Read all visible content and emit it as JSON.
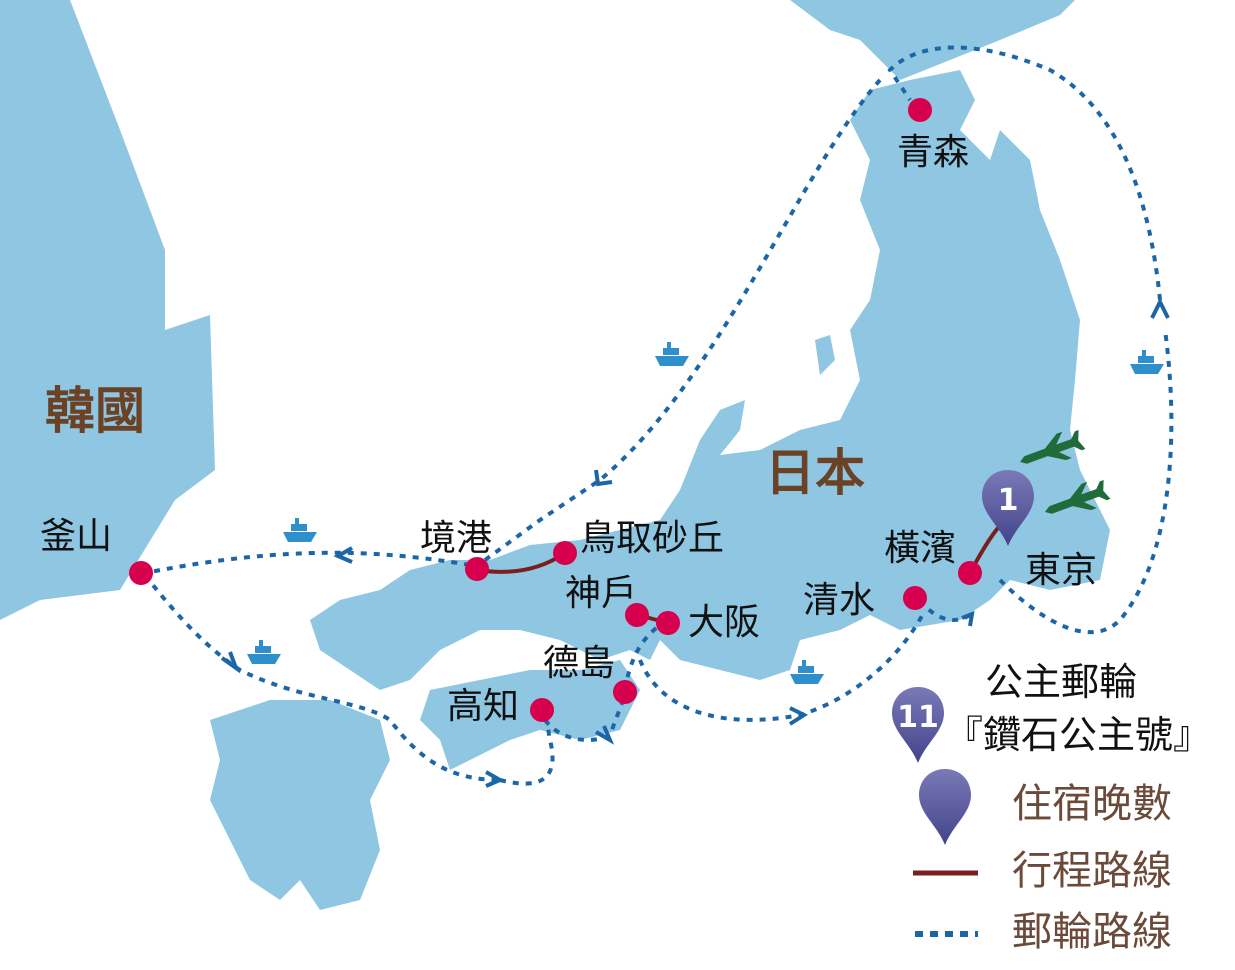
{
  "map": {
    "countries": {
      "korea": "韓國",
      "japan": "日本"
    },
    "cities": {
      "aomori": "青森",
      "busan": "釜山",
      "sakaiminato": "境港",
      "tottori": "鳥取砂丘",
      "kobe": "神戶",
      "osaka": "大阪",
      "tokushima": "德島",
      "kochi": "高知",
      "shimizu": "清水",
      "yokohama": "橫濱",
      "tokyo": "東京"
    },
    "stay_pins": [
      {
        "city": "東京",
        "nights": "1"
      },
      {
        "cruise": "公主郵輪『鑽石公主號』",
        "nights": "11"
      }
    ],
    "cruise_label": {
      "line1": "公主郵輪",
      "line2": "『鑽石公主號』"
    },
    "icons": [
      "ship-icon",
      "airplane-icon",
      "location-pin-icon"
    ]
  },
  "legend": {
    "nights": "住宿晚數",
    "itinerary": "行程路線",
    "cruise_route": "郵輪路線"
  },
  "colors": {
    "land": "#8fc6e2",
    "city_dot": "#d6004f",
    "cruise_route": "#1d66a6",
    "itinerary_route": "#7a1f1f",
    "pin": "#5b5ba3",
    "plane": "#1f6b3a",
    "country_label": "#6b4226"
  }
}
